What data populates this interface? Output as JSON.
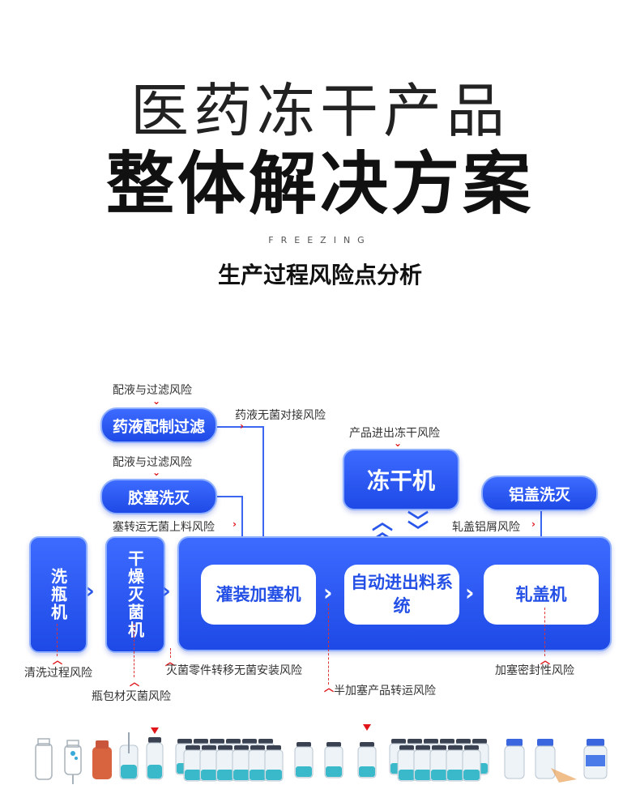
{
  "header": {
    "title_line1": "医药冻干产品",
    "title_line2": "整体解决方案",
    "subtitle_en": "FREEZING",
    "subtitle_cn": "生产过程风险点分析"
  },
  "nodes": {
    "solution_prep": "药液配制过滤",
    "stopper_wash": "胶塞洗灭",
    "freeze_dryer": "冻干机",
    "cap_wash": "铝盖洗灭",
    "bottle_washer": "洗瓶机",
    "dry_sterilizer": "干燥灭菌机",
    "filling_stoppering": "灌装加塞机",
    "auto_loading": "自动进出料系统",
    "capping": "轧盖机"
  },
  "risks": {
    "solution_filter_1": "配液与过滤风险",
    "solution_filter_2": "配液与过滤风险",
    "aseptic_connection": "药液无菌对接风险",
    "freeze_in_out": "产品进出冻干风险",
    "stopper_transfer": "塞转运无菌上料风险",
    "cap_debris": "轧盖铝屑风险",
    "cleaning_process": "清洗过程风险",
    "sterilization_parts": "灭菌零件转移无菌安装风险",
    "seal_integrity": "加塞密封性风险",
    "bottle_packaging": "瓶包材灭菌风险",
    "half_stopper_transport": "半加塞产品转运风险"
  },
  "colors": {
    "primary_blue": "#2450e6",
    "risk_arrow": "#e0161b",
    "vial_liquid": "#39b9c9",
    "cap_dark": "#3a4150"
  }
}
